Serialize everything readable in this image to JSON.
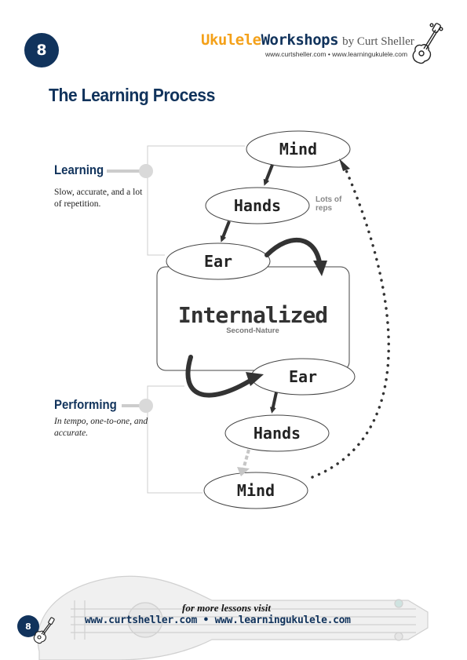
{
  "header": {
    "page_number": "8",
    "brand_part1": "Ukulele",
    "brand_part2": "Workshops",
    "brand_byline": "by Curt Sheller",
    "brand_urls": "www.curtsheller.com • www.learningukulele.com"
  },
  "title": "The Learning Process",
  "learning": {
    "heading": "Learning",
    "description": "Slow, accurate, and a lot of repetition."
  },
  "performing": {
    "heading": "Performing",
    "description": "In tempo, one-to-one, and accurate."
  },
  "diagram": {
    "nodes": {
      "mind_top": "Mind",
      "hands_top": "Hands",
      "ear_top": "Ear",
      "internalized": "Internalized",
      "internalized_sub": "Second-Nature",
      "ear_bottom": "Ear",
      "hands_bottom": "Hands",
      "mind_bottom": "Mind"
    },
    "annotation": "Lots of reps"
  },
  "footer": {
    "cta": "for more lessons visit",
    "urls": "www.curtsheller.com • www.learningukulele.com",
    "page_number": "8"
  },
  "colors": {
    "navy": "#11335c",
    "brand_orange": "#f4a11a",
    "arrow_dark": "#333333",
    "connector_grey": "#cccccc"
  }
}
